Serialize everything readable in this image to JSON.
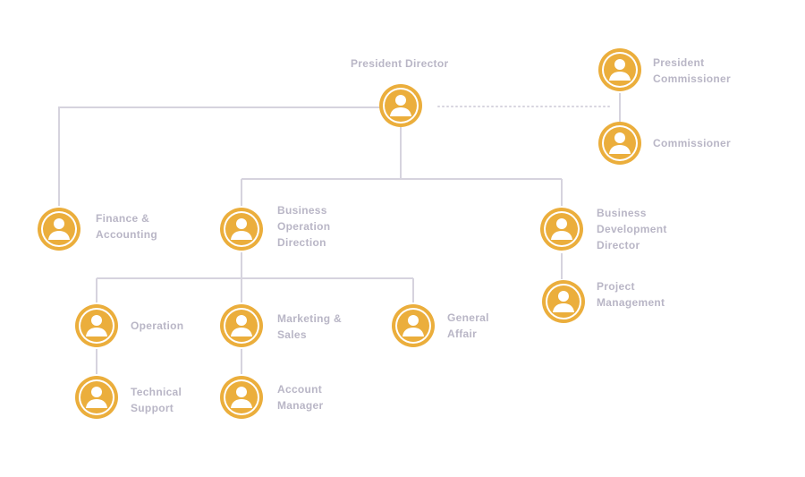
{
  "colors": {
    "node_fill": "#ebae3c",
    "node_ring": "#ffffff",
    "connector": "#d6d3de",
    "label": "#b9b6c6"
  },
  "nodes": {
    "president_director": "President Director",
    "president_commissioner": "President\nCommissioner",
    "commissioner": "Commissioner",
    "finance_accounting": "Finance &\nAccounting",
    "business_operation_direction": "Business\nOperation\nDirection",
    "business_development_director": "Business\nDevelopment\nDirector",
    "project_management": "Project\nManagement",
    "operation": "Operation",
    "marketing_sales": "Marketing &\nSales",
    "general_affair": "General\nAffair",
    "technical_support": "Technical\nSupport",
    "account_manager": "Account\nManager"
  },
  "icon": "person-avatar-icon"
}
